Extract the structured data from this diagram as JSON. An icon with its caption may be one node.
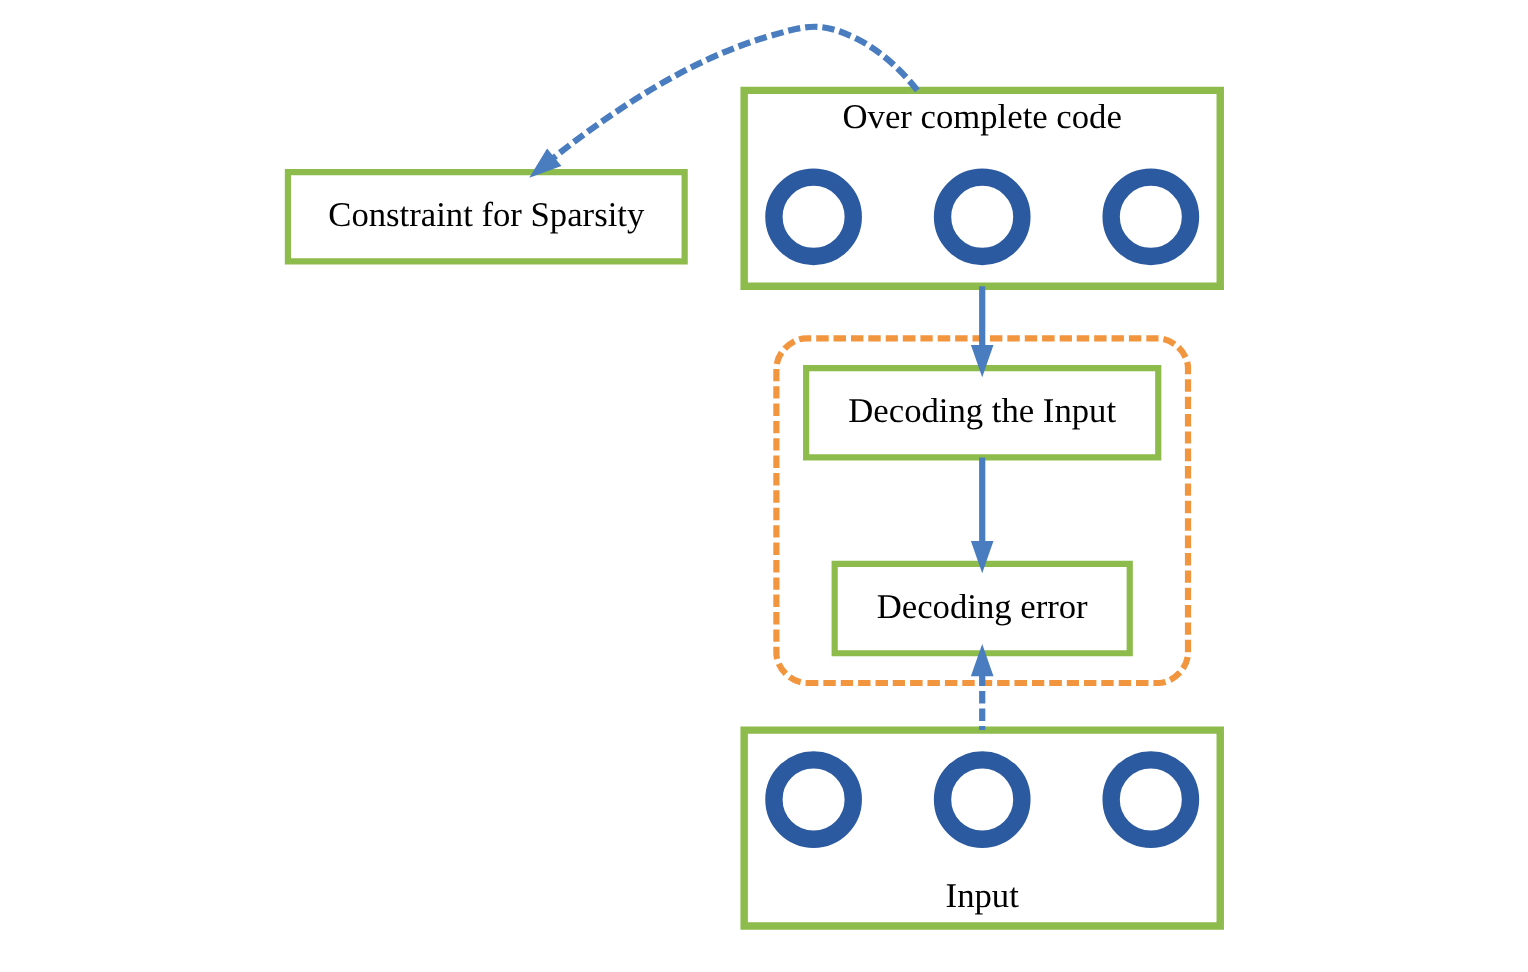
{
  "diagram": {
    "nodes": [
      {
        "text": [
          "Constraint for Sparsity"
        ]
      },
      {
        "text": [],
        "shape": "box",
        "beside": [
          "Over complete code"
        ]
      },
      {
        "text": [],
        "shape": "circle",
        "in": 1
      },
      {
        "text": [],
        "shape": "circle",
        "in": 1
      },
      {
        "text": [],
        "shape": "circle",
        "in": 1
      },
      {
        "text": [],
        "shape": "box"
      },
      {
        "text": [
          "Decoding the Input"
        ],
        "in": 5
      },
      {
        "text": [
          "Decoding error"
        ],
        "in": 5
      },
      {
        "text": [],
        "shape": "box",
        "beside": [
          "Input"
        ]
      },
      {
        "text": [],
        "shape": "circle",
        "in": 8
      },
      {
        "text": [],
        "shape": "circle",
        "in": 8
      },
      {
        "text": [],
        "shape": "circle",
        "in": 8
      }
    ],
    "edges": [
      {
        "from": 1,
        "to": 0,
        "arrow": "to",
        "style": "dashed"
      },
      {
        "from": 1,
        "to": 6,
        "arrow": "to"
      },
      {
        "from": 6,
        "to": 7,
        "arrow": "to"
      },
      {
        "from": 8,
        "to": 7,
        "arrow": "to",
        "style": "dashed"
      }
    ]
  }
}
